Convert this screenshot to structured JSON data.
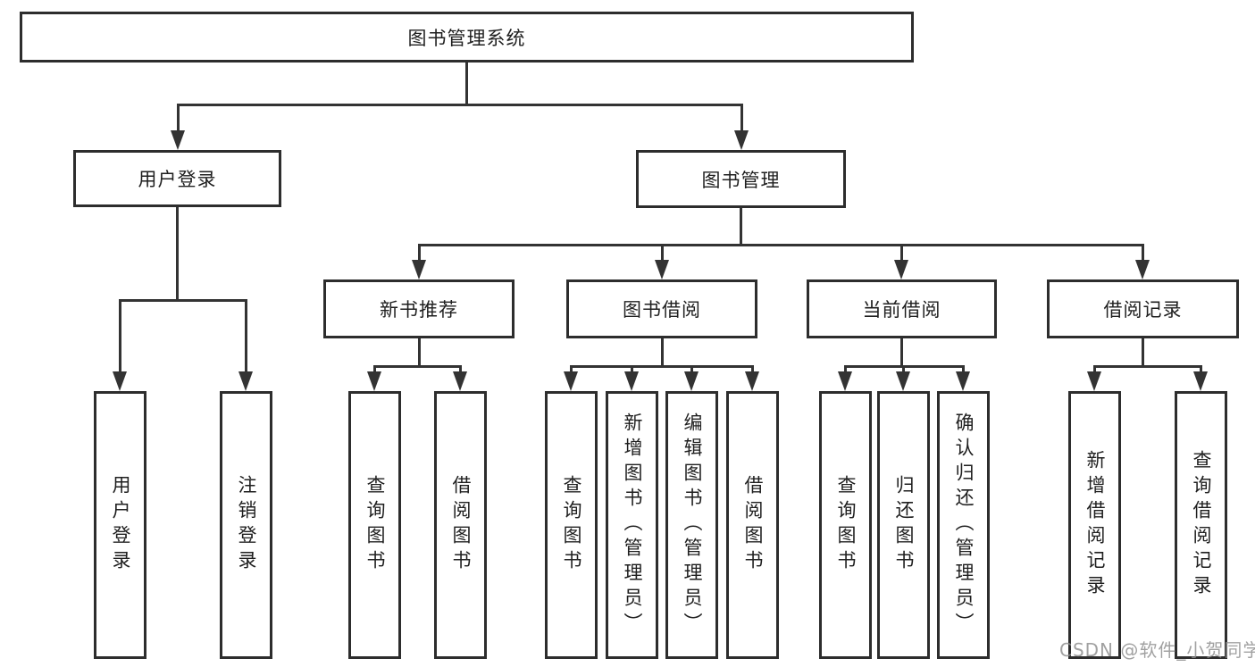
{
  "nodes": {
    "root": "图书管理系统",
    "user_login": "用户登录",
    "book_mgmt": "图书管理",
    "new_book_rec": "新书推荐",
    "book_borrow": "图书借阅",
    "current_borrow": "当前借阅",
    "borrow_record": "借阅记录",
    "leaf_user_login": "用户登录",
    "leaf_logout": "注销登录",
    "leaf_nb_query": "查询图书",
    "leaf_nb_borrow": "借阅图书",
    "leaf_bb_query": "查询图书",
    "leaf_bb_add": "新增图书（管理员）",
    "leaf_bb_edit": "编辑图书（管理员）",
    "leaf_bb_borrow": "借阅图书",
    "leaf_cb_query": "查询图书",
    "leaf_cb_return": "归还图书",
    "leaf_cb_confirm": "确认归还（管理员）",
    "leaf_br_add": "新增借阅记录",
    "leaf_br_query": "查询借阅记录"
  },
  "watermark": "CSDN @软件_小贺同学",
  "colors": {
    "line": "#333333",
    "box_border": "#2d2d2d",
    "text": "#1f1f1f",
    "watermark_gray": "#919191"
  }
}
